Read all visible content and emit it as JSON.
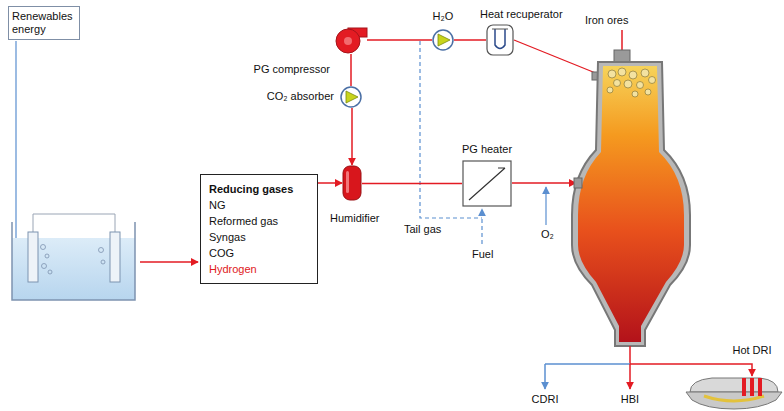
{
  "diagram": {
    "nodes": [
      {
        "text": [
          "Renewables energy"
        ]
      },
      {
        "text": [
          "H₂O"
        ]
      },
      {
        "text": [
          "Heat recuperator"
        ]
      },
      {
        "text": [
          "PG compressor"
        ]
      },
      {
        "text": [
          "CO₂ absorber"
        ]
      },
      {
        "text": [
          "Reducing gases",
          "NG",
          "Reformed gas",
          "Syngas",
          "COG",
          "Hydrogen"
        ]
      },
      {
        "text": [
          "Humidifier"
        ]
      },
      {
        "text": [
          "PG heater"
        ]
      }
    ],
    "edges": [
      {
        "from": 3,
        "to": 1,
        "arrow": "none"
      },
      {
        "from": 1,
        "to": 2,
        "arrow": "none"
      },
      {
        "from": 3,
        "to": 4,
        "arrow": "none"
      },
      {
        "from": 4,
        "to": 6,
        "arrow": "to"
      },
      {
        "from": 5,
        "to": 6,
        "arrow": "to"
      },
      {
        "from": 6,
        "to": 7,
        "arrow": "none"
      }
    ],
    "labels": [
      "Iron ores",
      "Tail gas",
      "O₂",
      "Fuel",
      "Hot DRI",
      "CDRI",
      "HBI"
    ]
  }
}
